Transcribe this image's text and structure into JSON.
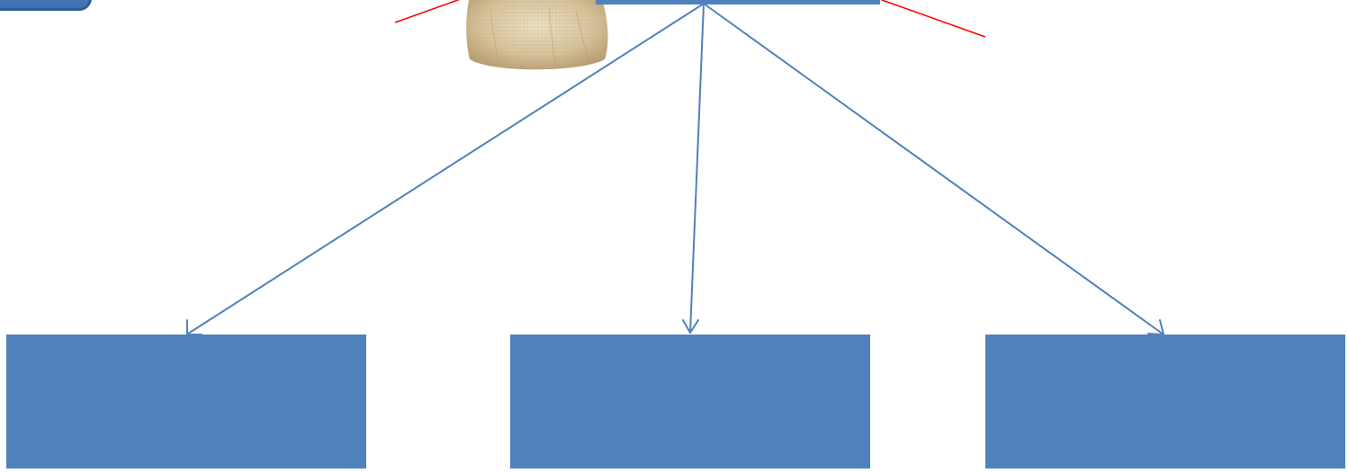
{
  "diagram": {
    "top_node": {
      "label": ""
    },
    "children": [
      {
        "id": "left",
        "label": ""
      },
      {
        "id": "middle",
        "label": ""
      },
      {
        "id": "right",
        "label": ""
      }
    ],
    "corner_button": {
      "label": ""
    },
    "sack_image": {
      "icon": "burlap-sack-icon"
    }
  },
  "colors": {
    "box_fill": "#4f81bd",
    "arrow_stroke": "#4f81bd",
    "accent_line": "#ff0000",
    "background": "#ffffff"
  }
}
